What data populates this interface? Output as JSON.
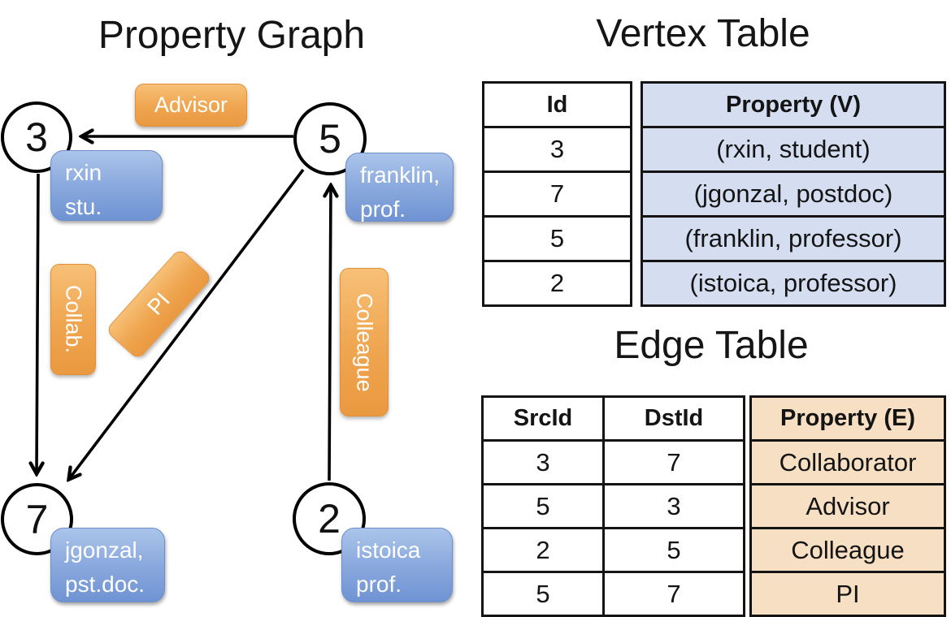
{
  "graph": {
    "title": "Property Graph",
    "nodes": {
      "n3": {
        "id": "3",
        "prop_line1": "rxin",
        "prop_line2": "stu."
      },
      "n5": {
        "id": "5",
        "prop_line1": "franklin,",
        "prop_line2": "prof."
      },
      "n7": {
        "id": "7",
        "prop_line1": "jgonzal,",
        "prop_line2": "pst.doc."
      },
      "n2": {
        "id": "2",
        "prop_line1": "istoica",
        "prop_line2": "prof."
      }
    },
    "edge_labels": {
      "advisor": "Advisor",
      "collab": "Collab.",
      "pi": "PI",
      "colleague": "Colleague"
    }
  },
  "vertex_table": {
    "title": "Vertex Table",
    "id_header": "Id",
    "property_header": "Property (V)",
    "rows": [
      {
        "id": "3",
        "property": "(rxin, student)"
      },
      {
        "id": "7",
        "property": "(jgonzal, postdoc)"
      },
      {
        "id": "5",
        "property": "(franklin, professor)"
      },
      {
        "id": "2",
        "property": "(istoica, professor)"
      }
    ]
  },
  "edge_table": {
    "title": "Edge Table",
    "src_header": "SrcId",
    "dst_header": "DstId",
    "property_header": "Property (E)",
    "rows": [
      {
        "src": "3",
        "dst": "7",
        "property": "Collaborator"
      },
      {
        "src": "5",
        "dst": "3",
        "property": "Advisor"
      },
      {
        "src": "2",
        "dst": "5",
        "property": "Colleague"
      },
      {
        "src": "5",
        "dst": "7",
        "property": "PI"
      }
    ]
  },
  "colors": {
    "vertex_property_bg": "#d5def0",
    "edge_property_bg": "#f6dfc3",
    "vertex_box": "#7f9fd9",
    "edge_pill": "#efa54f"
  }
}
